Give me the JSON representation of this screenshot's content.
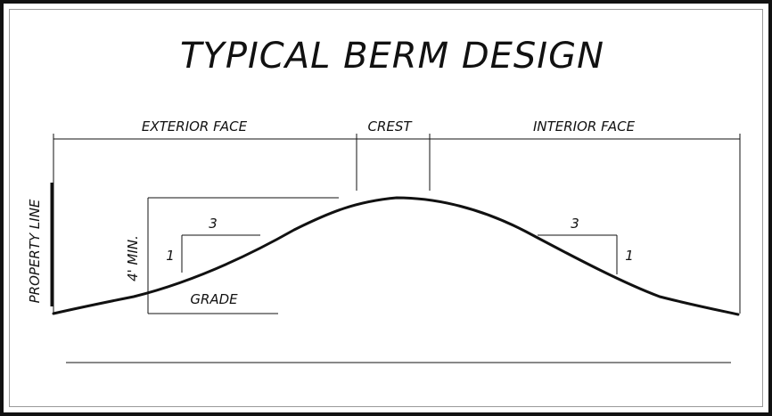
{
  "title": "TYPICAL  BERM  DESIGN",
  "labels": {
    "exterior_face": "EXTERIOR  FACE",
    "crest": "CREST",
    "interior_face": "INTERIOR  FACE",
    "property_line": "PROPERTY  LINE",
    "min_height": "4'  MIN.",
    "grade": "GRADE",
    "left_slope_run": "3",
    "left_slope_rise": "1",
    "right_slope_run": "3",
    "right_slope_rise": "1"
  },
  "colors": {
    "ink": "#111111",
    "frame": "#111111"
  }
}
